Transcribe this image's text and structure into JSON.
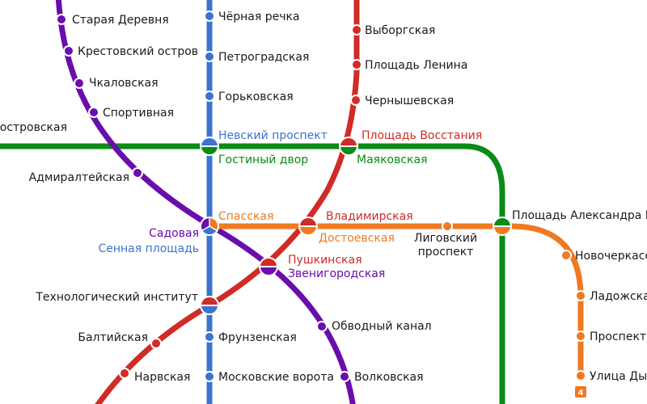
{
  "colors": {
    "purple": "#6a0dad",
    "blue": "#3b74cf",
    "red": "#d02b26",
    "green": "#0a8a16",
    "orange": "#ef7a21",
    "text": "#1a1a1a"
  },
  "lines": {
    "purple": {
      "route_badge": ""
    },
    "orange": {
      "route_badge": "4"
    }
  },
  "stations": {
    "staraya_derevnya": "Старая Деревня",
    "krestovsky": "Крестовский остров",
    "chkalovskaya": "Чкаловская",
    "sportivnaya": "Спортивная",
    "admiralteyskaya": "Адмиралтейская",
    "chernaya_rechka": "Чёрная речка",
    "petrogradskaya": "Петроградская",
    "gorkovskaya": "Горьковская",
    "nevsky": "Невский проспект",
    "gostiny": "Гостиный двор",
    "vyborgskaya": "Выборгская",
    "pl_lenina": "Площадь Ленина",
    "chernyshevskaya": "Чернышевская",
    "pl_vosstaniya": "Площадь Восстания",
    "mayakovskaya": "Маяковская",
    "primorskaya_partial": "иеостровская",
    "spasskaya": "Спасская",
    "sadovaya": "Садовая",
    "sennaya": "Сенная площадь",
    "vladimirskaya": "Владимирская",
    "dostoevskaya": "Достоевская",
    "ligovsky_1": "Лиговский",
    "ligovsky_2": "проспект",
    "pl_nevskogo": "Площадь Александра Нев",
    "pushkinskaya": "Пушкинская",
    "zvenigorodskaya": "Звенигородская",
    "tekhnologichesky": "Технологический институт",
    "novocherkasskaya": "Новочеркасск",
    "baltiyskaya": "Балтийская",
    "obvodny": "Обводный канал",
    "ladozhskaya": "Ладожская",
    "frunzenskaya": "Фрунзенская",
    "prospekt_bolshevikov": "Проспект Б",
    "narvskaya": "Нарвская",
    "moskovskie_vorota": "Московские ворота",
    "volkovskaya": "Волковская",
    "ulitsa_dybenko": "Улица Дыб"
  }
}
